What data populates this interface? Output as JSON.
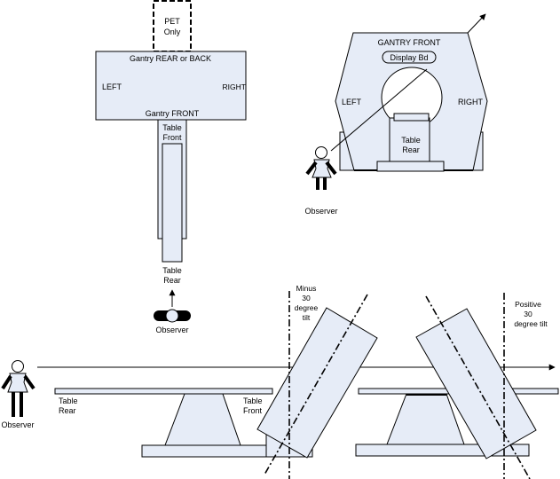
{
  "colors": {
    "fill": "#E6ECF7",
    "stroke": "#000000",
    "background": "#ffffff"
  },
  "top_view": {
    "pet_box": [
      "PET",
      "Only"
    ],
    "gantry_rear": "Gantry REAR or BACK",
    "left": "LEFT",
    "right": "RIGHT",
    "gantry_front": "Gantry FRONT",
    "table_front": [
      "Table",
      "Front"
    ],
    "table_rear": [
      "Table",
      "Rear"
    ],
    "observer": "Observer"
  },
  "front_view": {
    "gantry_front": "GANTRY FRONT",
    "display_bd": "Display Bd",
    "left": "LEFT",
    "right": "RIGHT",
    "table_rear": [
      "Table",
      "Rear"
    ],
    "observer": "Observer"
  },
  "side_view": {
    "observer": "Observer",
    "table_rear": [
      "Table",
      "Rear"
    ],
    "table_front": [
      "Table",
      "Front"
    ],
    "minus_tilt": [
      "Minus",
      "30",
      "degree",
      "tilt"
    ],
    "positive_tilt": [
      "Positive",
      "30",
      "degree tilt"
    ]
  }
}
